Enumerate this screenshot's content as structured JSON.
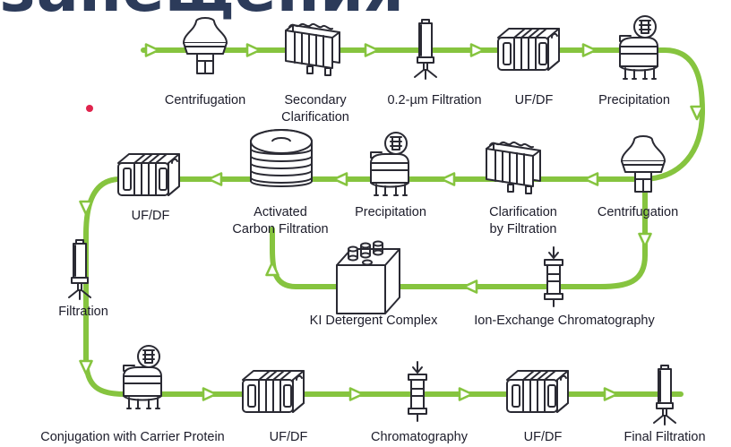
{
  "banner_text": "занещения",
  "colors": {
    "pipe": "#86c43f",
    "equipment_stroke": "#2a2a33",
    "text": "#1c1c2a",
    "banner": "#2c3b5a",
    "marker": "#e0244d"
  },
  "steps": [
    {
      "key": "centrifugation_1",
      "icon": "centrifuge-icon",
      "label": [
        "Centrifugation"
      ]
    },
    {
      "key": "secondary_clarification",
      "icon": "filter-press-icon",
      "label": [
        "Secondary",
        "Clarification"
      ]
    },
    {
      "key": "filtration_02um",
      "icon": "cartridge-filter-icon",
      "label": [
        "0.2-µm Filtration"
      ]
    },
    {
      "key": "ufdf_1",
      "icon": "ufdf-cassette-icon",
      "label": [
        "UF/DF"
      ]
    },
    {
      "key": "precipitation_1",
      "icon": "precipitation-tank-icon",
      "label": [
        "Precipitation"
      ]
    },
    {
      "key": "centrifugation_2",
      "icon": "centrifuge-icon",
      "label": [
        "Centrifugation"
      ]
    },
    {
      "key": "clarification_by_filtration",
      "icon": "filter-press-icon",
      "label": [
        "Clarification",
        "by Filtration"
      ]
    },
    {
      "key": "precipitation_2",
      "icon": "precipitation-tank-icon",
      "label": [
        "Precipitation"
      ]
    },
    {
      "key": "activated_carbon_filtration",
      "icon": "carbon-filter-stack-icon",
      "label": [
        "Activated",
        "Carbon Filtration"
      ]
    },
    {
      "key": "ufdf_2",
      "icon": "ufdf-cassette-icon",
      "label": [
        "UF/DF"
      ]
    },
    {
      "key": "ion_exchange_chromatography",
      "icon": "chromatography-column-icon",
      "label": [
        "Ion-Exchange Chromatography"
      ]
    },
    {
      "key": "ki_detergent_complex",
      "icon": "detergent-box-icon",
      "label": [
        "KI Detergent Complex"
      ]
    },
    {
      "key": "filtration",
      "icon": "cartridge-filter-icon",
      "label": [
        "Filtration"
      ]
    },
    {
      "key": "conjugation_with_carrier_protein",
      "icon": "precipitation-tank-icon",
      "label": [
        "Conjugation with Carrier Protein"
      ]
    },
    {
      "key": "ufdf_3",
      "icon": "ufdf-cassette-icon",
      "label": [
        "UF/DF"
      ]
    },
    {
      "key": "chromatography",
      "icon": "chromatography-column-icon",
      "label": [
        "Chromatography"
      ]
    },
    {
      "key": "ufdf_4",
      "icon": "ufdf-cassette-icon",
      "label": [
        "UF/DF"
      ]
    },
    {
      "key": "final_filtration",
      "icon": "cartridge-filter-icon",
      "label": [
        "Final Filtration"
      ]
    }
  ]
}
